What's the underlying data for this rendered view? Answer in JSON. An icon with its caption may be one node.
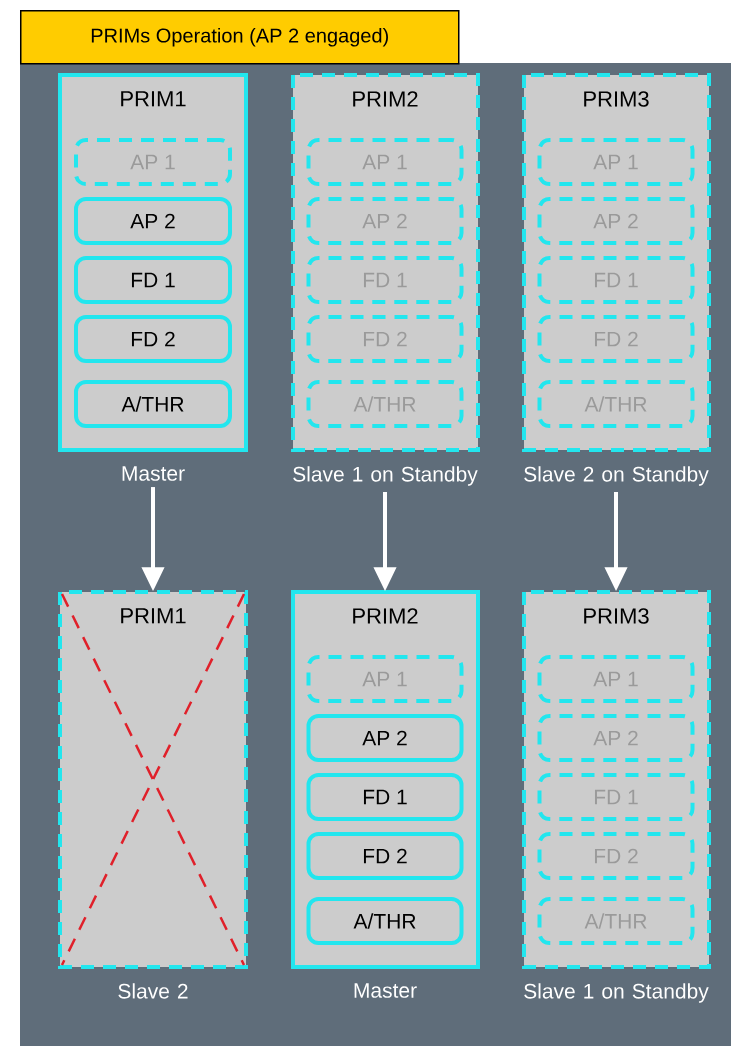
{
  "diagram": {
    "title": "PRIMs Operation (AP 2 engaged)",
    "nodes": [
      {
        "text": [
          "PRIM1"
        ],
        "beside": [
          "Master"
        ]
      },
      {
        "text": [
          "AP 1"
        ],
        "in": 0
      },
      {
        "text": [
          "AP 2"
        ],
        "in": 0
      },
      {
        "text": [
          "FD 1"
        ],
        "in": 0
      },
      {
        "text": [
          "FD 2"
        ],
        "in": 0
      },
      {
        "text": [
          "A/THR"
        ],
        "in": 0
      },
      {
        "text": [
          "PRIM2"
        ],
        "beside": [
          "Slave 1 on Standby"
        ]
      },
      {
        "text": [
          "AP 1"
        ],
        "in": 6
      },
      {
        "text": [
          "AP 2"
        ],
        "in": 6
      },
      {
        "text": [
          "FD 1"
        ],
        "in": 6
      },
      {
        "text": [
          "FD 2"
        ],
        "in": 6
      },
      {
        "text": [
          "A/THR"
        ],
        "in": 6
      },
      {
        "text": [
          "PRIM3"
        ],
        "beside": [
          "Slave 2 on Standby"
        ]
      },
      {
        "text": [
          "AP 1"
        ],
        "in": 12
      },
      {
        "text": [
          "AP 2"
        ],
        "in": 12
      },
      {
        "text": [
          "FD 1"
        ],
        "in": 12
      },
      {
        "text": [
          "FD 2"
        ],
        "in": 12
      },
      {
        "text": [
          "A/THR"
        ],
        "in": 12
      },
      {
        "text": [
          "PRIM1"
        ],
        "beside": [
          "Slave 2"
        ]
      },
      {
        "text": [
          "PRIM2"
        ],
        "beside": [
          "Master"
        ]
      },
      {
        "text": [
          "AP 1"
        ],
        "in": 19
      },
      {
        "text": [
          "AP 2"
        ],
        "in": 19
      },
      {
        "text": [
          "FD 1"
        ],
        "in": 19
      },
      {
        "text": [
          "FD 2"
        ],
        "in": 19
      },
      {
        "text": [
          "A/THR"
        ],
        "in": 19
      },
      {
        "text": [
          "PRIM3"
        ],
        "beside": [
          "Slave 1 on Standby"
        ]
      },
      {
        "text": [
          "AP 1"
        ],
        "in": 25
      },
      {
        "text": [
          "AP 2"
        ],
        "in": 25
      },
      {
        "text": [
          "FD 1"
        ],
        "in": 25
      },
      {
        "text": [
          "FD 2"
        ],
        "in": 25
      },
      {
        "text": [
          "A/THR"
        ],
        "in": 25
      }
    ],
    "edges": [
      {
        "from": 0,
        "to": 18,
        "arrow": "to"
      },
      {
        "from": 6,
        "to": 19,
        "arrow": "to"
      },
      {
        "from": 12,
        "to": 25,
        "arrow": "to"
      }
    ]
  }
}
